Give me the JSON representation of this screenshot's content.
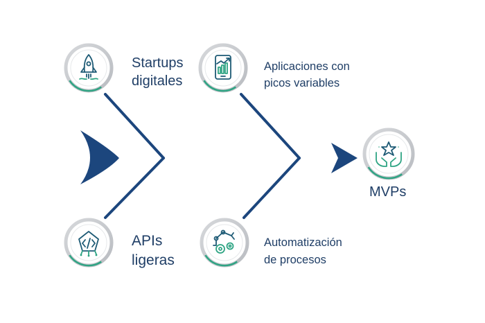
{
  "diagram": {
    "type": "fishbone",
    "colors": {
      "spine": "#1c467d",
      "circle_ring": "#c9ccd0",
      "circle_accent": "#2ea483",
      "icon": "#1d5a75",
      "text": "#1f3e66"
    },
    "causes": [
      {
        "id": "startups",
        "icon": "rocket-icon",
        "label_lines": [
          "Startups",
          "digitales"
        ]
      },
      {
        "id": "apps",
        "icon": "mobile-chart-icon",
        "label_lines": [
          "Aplicaciones con",
          "picos variables"
        ]
      },
      {
        "id": "apis",
        "icon": "code-chip-icon",
        "label_lines": [
          "APIs",
          "ligeras"
        ]
      },
      {
        "id": "automation",
        "icon": "robot-arm-gears-icon",
        "label_lines": [
          "Automatización",
          "de procesos"
        ]
      }
    ],
    "effect": {
      "icon": "hands-star-icon",
      "label": "MVPs"
    }
  }
}
